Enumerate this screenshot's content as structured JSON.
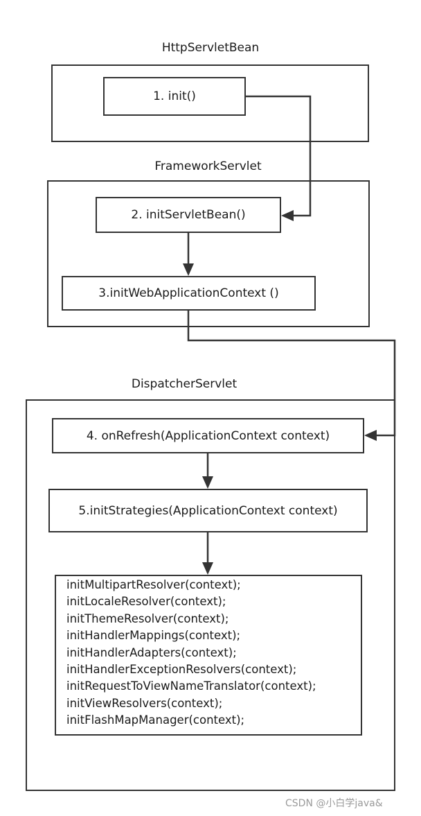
{
  "diagram": {
    "http_servlet_bean": {
      "title": "HttpServletBean",
      "step1": "1. init()"
    },
    "framework_servlet": {
      "title": "FrameworkServlet",
      "step2": "2. initServletBean()",
      "step3": "3.initWebApplicationContext  ()"
    },
    "dispatcher_servlet": {
      "title": "DispatcherServlet",
      "step4": "4. onRefresh(ApplicationContext context)",
      "step5": "5.initStrategies(ApplicationContext context)",
      "strategies": [
        "initMultipartResolver(context);",
        "initLocaleResolver(context);",
        "initThemeResolver(context);",
        "initHandlerMappings(context);",
        "initHandlerAdapters(context);",
        "initHandlerExceptionResolvers(context);",
        "initRequestToViewNameTranslator(context);",
        "initViewResolvers(context);",
        "initFlashMapManager(context);"
      ]
    }
  },
  "watermark": "CSDN @小白学java&"
}
